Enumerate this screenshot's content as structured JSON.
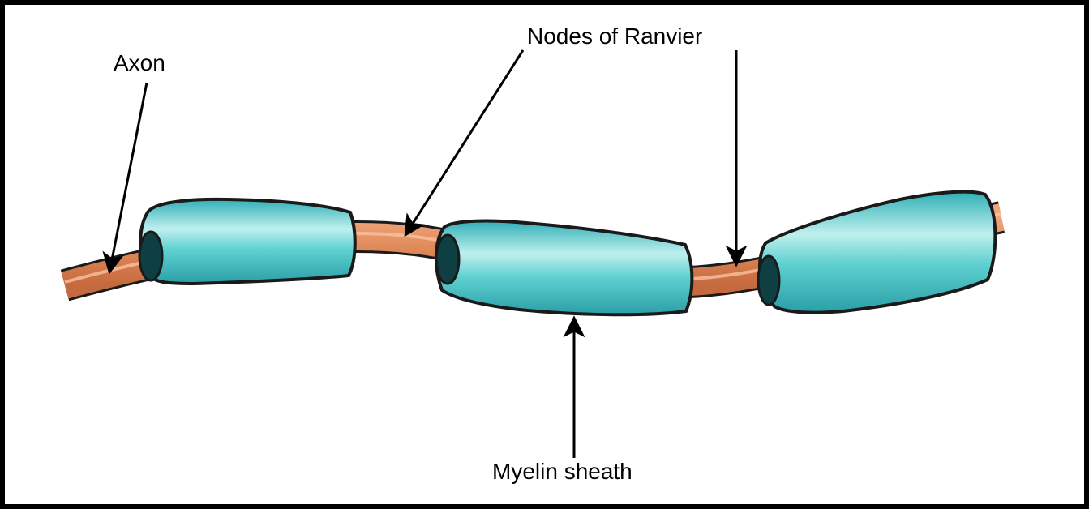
{
  "diagram": {
    "labels": {
      "axon": "Axon",
      "nodes": "Nodes of Ranvier",
      "myelin": "Myelin sheath"
    },
    "colors": {
      "axon": "#E08A5A",
      "myelin": "#3FC1C4",
      "outline": "#1A1A1A",
      "background": "#FFFFFF"
    }
  }
}
